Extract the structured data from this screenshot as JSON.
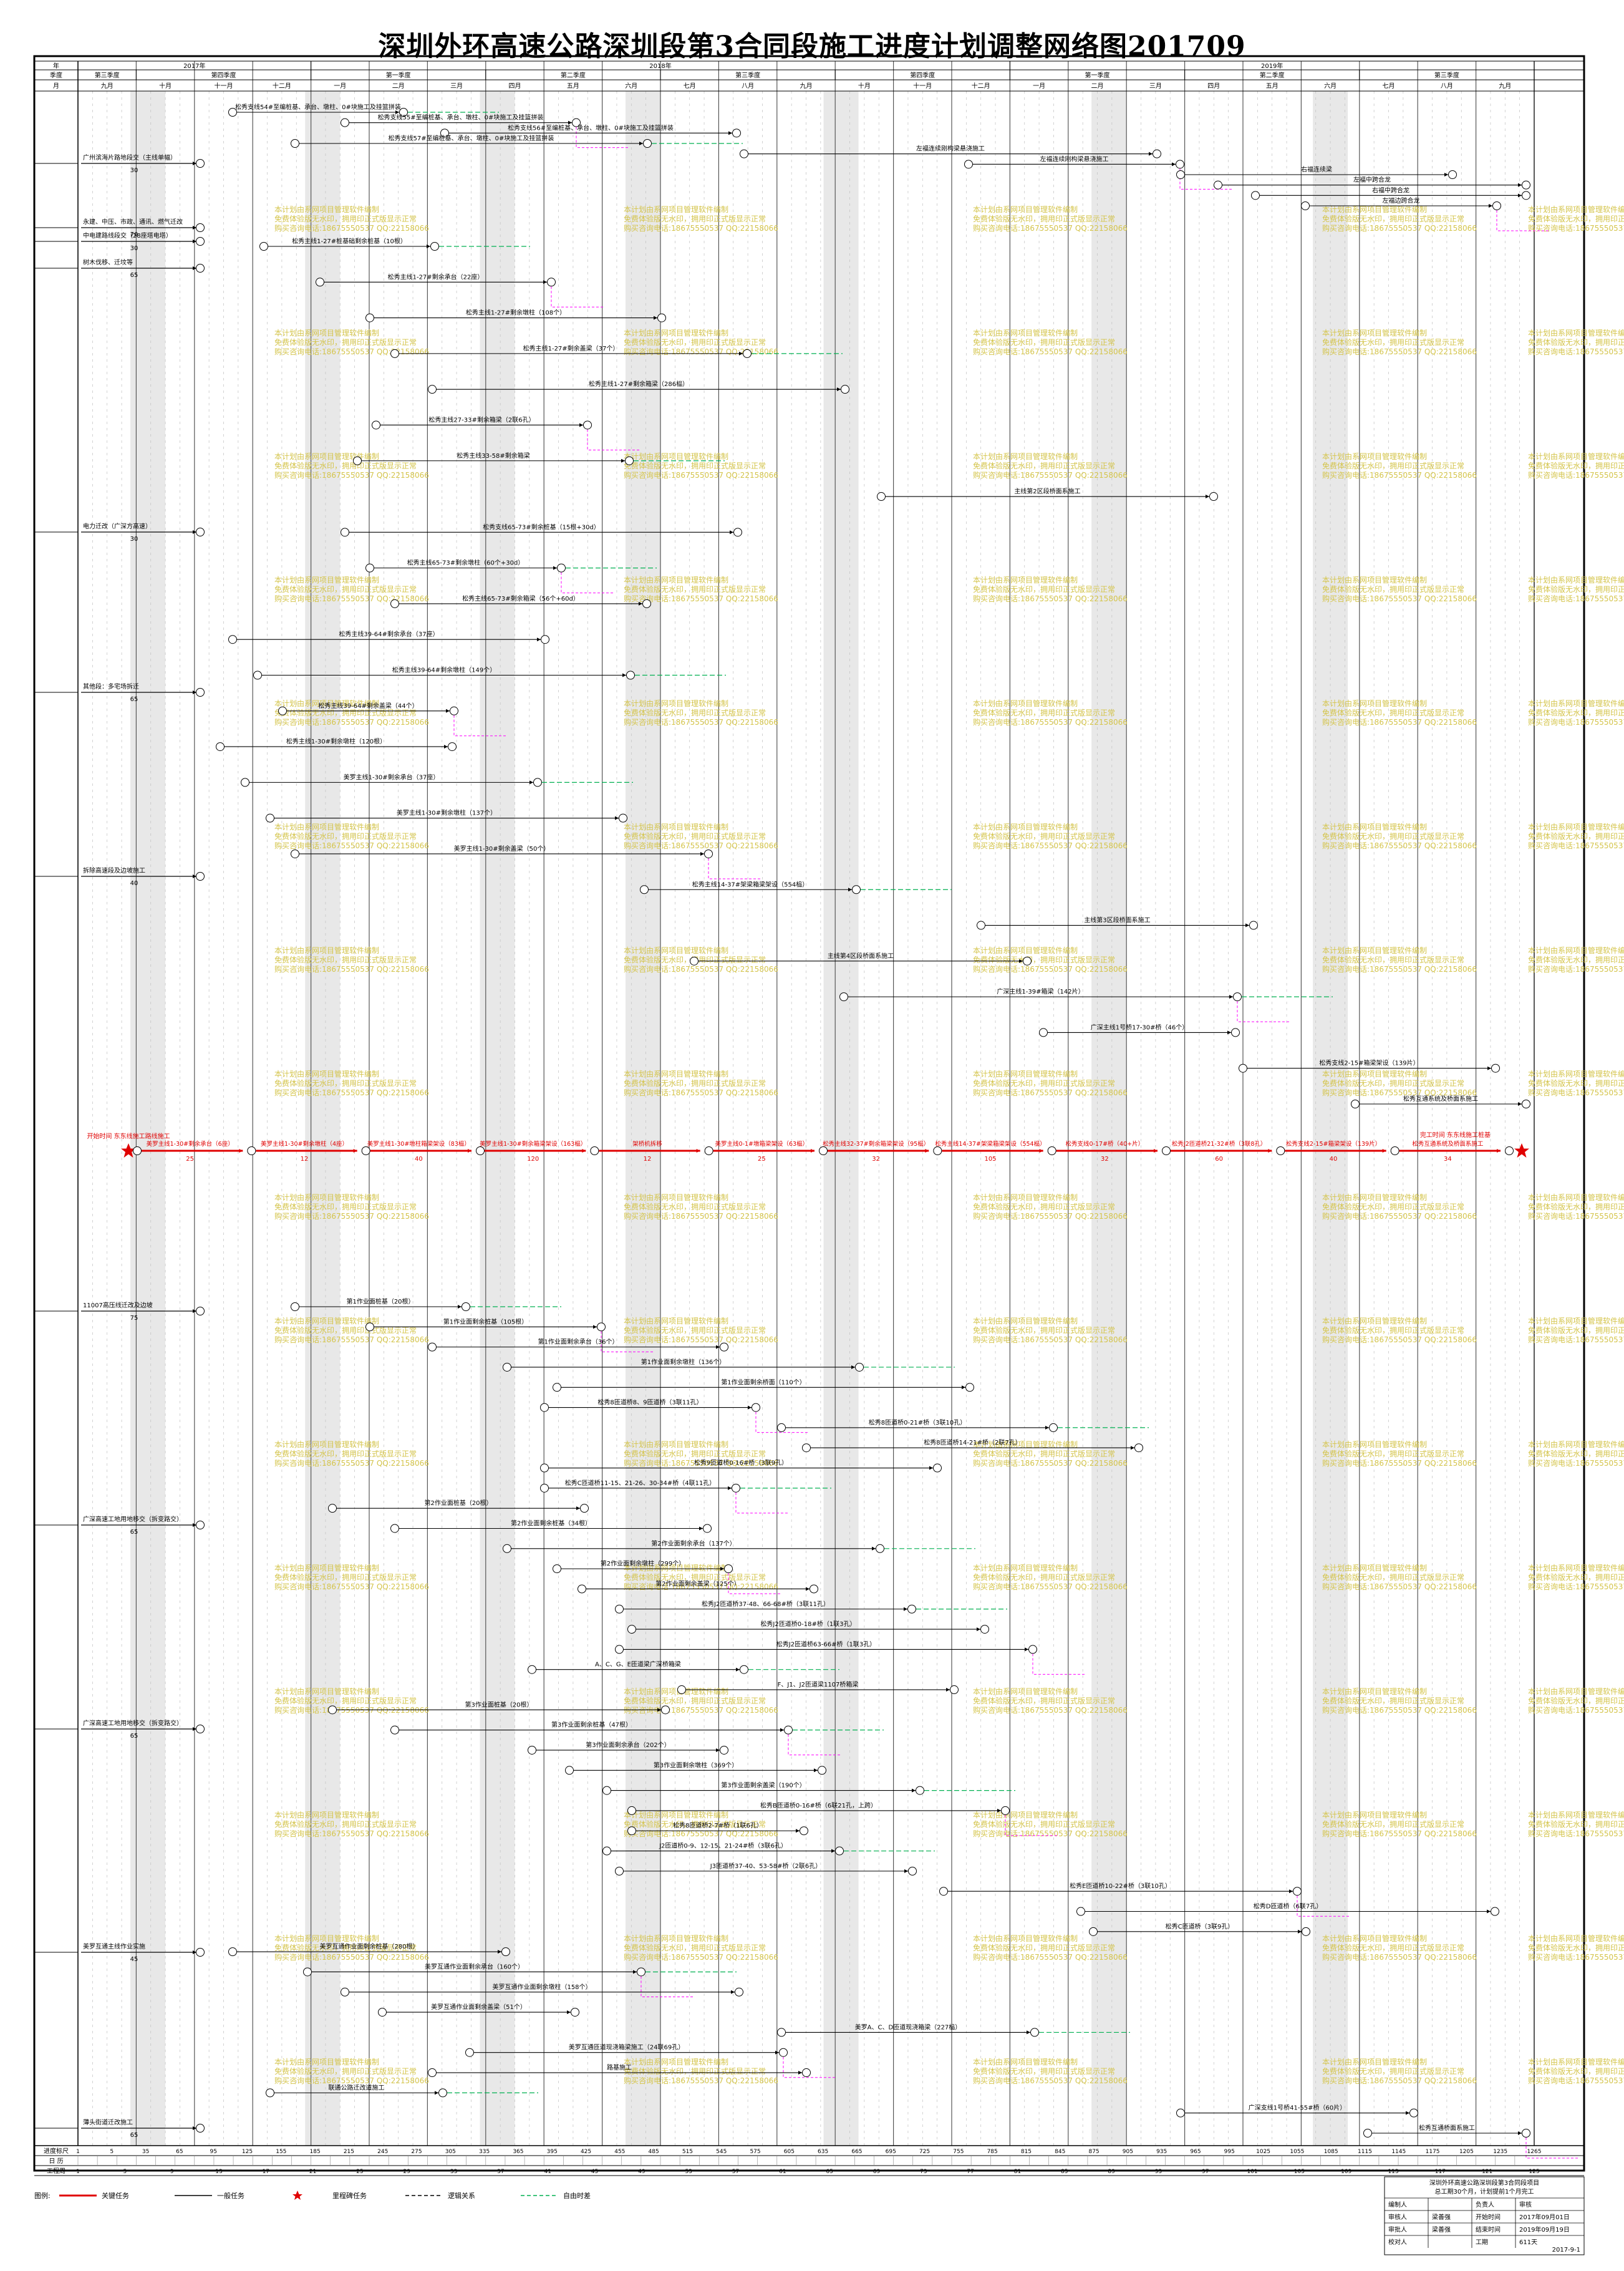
{
  "title": "深圳外环高速公路深圳段第3合同段施工进度计划调整网络图201709",
  "header": {
    "year_label": "年",
    "quarter_label": "季度",
    "month_label": "月",
    "years": [
      {
        "label": "2017年",
        "from": 0,
        "to": 4
      },
      {
        "label": "2018年",
        "from": 4,
        "to": 16
      },
      {
        "label": "2019年",
        "from": 16,
        "to": 25
      }
    ],
    "quarters": [
      {
        "label": "第三季度",
        "from": 0,
        "to": 1
      },
      {
        "label": "第四季度",
        "from": 1,
        "to": 4
      },
      {
        "label": "第一季度",
        "from": 4,
        "to": 7
      },
      {
        "label": "第二季度",
        "from": 7,
        "to": 10
      },
      {
        "label": "第三季度",
        "from": 10,
        "to": 13
      },
      {
        "label": "第四季度",
        "from": 13,
        "to": 16
      },
      {
        "label": "第一季度",
        "from": 16,
        "to": 19
      },
      {
        "label": "第二季度",
        "from": 19,
        "to": 22
      },
      {
        "label": "第三季度",
        "from": 22,
        "to": 25
      }
    ],
    "months": [
      "九月",
      "十月",
      "十一月",
      "十二月",
      "一月",
      "二月",
      "三月",
      "四月",
      "五月",
      "六月",
      "七月",
      "八月",
      "九月",
      "十月",
      "十一月",
      "十二月",
      "一月",
      "二月",
      "三月",
      "四月",
      "五月",
      "六月",
      "七月",
      "八月",
      "九月"
    ]
  },
  "watermark": {
    "line1": "本计划由系网项目管理软件编制",
    "line2": "免费体验版无水印，拥用印正式版显示正常",
    "line3": "购买咨询电话:18675550537 QQ:22158066"
  },
  "lanes": [
    {
      "label": "广州滨海片路地段交（主线单幅）",
      "dur": "30"
    },
    {
      "label": "永建、中压、市政、通讯、燃气迁改",
      "dur": "70"
    },
    {
      "label": "树木伐移、迁坟等",
      "dur": "65"
    },
    {
      "label": "中电建路线段交（28座塔电塔）",
      "dur": "30"
    },
    {
      "label": "电力迁改（广深方高速）",
      "dur": "30"
    },
    {
      "label": "其他段：多宅场拆迁",
      "dur": "65"
    },
    {
      "label": "拆除高速段及边坡施工",
      "dur": "40"
    },
    {
      "label": "11007高压线迁改及边坡",
      "dur": "75"
    },
    {
      "label": "广深高速工地用地移交（拆变路交）",
      "dur": "65"
    },
    {
      "label": "广深高速工地用地移交（拆变路交）",
      "dur": "65"
    },
    {
      "label": "美罗互通主线作业实施",
      "dur": "45"
    },
    {
      "label": "薄头街道迁改施工",
      "dur": "65"
    }
  ],
  "activities": {
    "upper": [
      "松秀支线54#至编桩基、承台、墩柱、0#块施工及挂篮拼装",
      "松秀支线55#至编桩基、承台、墩柱、0#块施工及挂篮拼装",
      "松秀支线56#至编桩基、承台、墩柱、0#块施工及挂篮拼装",
      "松秀支线57#至编桩基、承台、墩柱、0#块施工及挂篮拼装",
      "左福连续刚构梁悬浇施工",
      "左福连续刚构梁悬浇施工",
      "右福连续梁",
      "左福中跨合龙",
      "右福中跨合龙",
      "左福边跨合龙"
    ],
    "middle": [
      "松秀主线1-27#桩基础剩余桩基（10根）",
      "松秀主线1-27#剩余承台（22座）",
      "松秀主线1-27#剩余墩柱（108个）",
      "松秀主线1-27#剩余盖梁（37个）",
      "松秀主线1-27#剩余箱梁（286榀）",
      "松秀主线27-33#剩余箱梁（2联6孔）",
      "松秀主线33-58#剩余箱梁",
      "主线第2区段桥面系施工",
      "松秀支线65-73#剩余桩基（15根+30d）",
      "松秀主线65-73#剩余墩柱（60个+30d）",
      "松秀主线65-73#剩余箱梁（56个+60d）",
      "松秀主线39-64#剩余承台（37座）",
      "松秀主线39-64#剩余墩柱（149个）",
      "松秀主线39-64#剩余盖梁（44个）",
      "松秀主线1-30#剩余墩柱（120根）",
      "美罗主线1-30#剩余承台（37座）",
      "美罗主线1-30#剩余墩柱（137个）",
      "美罗主线1-30#剩余盖梁（50个）",
      "松秀主线14-37#架梁箱梁架设（554榀）",
      "主线第3区段桥面系施工",
      "主线第4区段桥面系施工",
      "广深主线1-39#箱梁（142片）",
      "广深主线1号桥17-30#桥（46个）",
      "松秀支线2-15#箱梁架设（139片）",
      "松秀互通系统及桥面系施工"
    ],
    "lower": [
      "第1作业面桩基（20根）",
      "第1作业面剩余桩基（105根）",
      "第1作业面剩余承台（36个）",
      "第1作业面剩余墩柱（136个）",
      "第1作业面剩余桥面（110个）",
      "松秀8匝道桥8、9匝道桥（3联11孔）",
      "松秀8匝道桥0-21#桥（3联10孔）",
      "松秀8匝道桥14-21#桥（2联7孔）",
      "松秀9匝道桥0-16#桥（3联9孔）",
      "松秀C匝道桥11-15、21-26、30-34#桥（4联11孔）",
      "第2作业面桩基（20根）",
      "第2作业面剩余桩基（34根）",
      "第2作业面剩余承台（137个）",
      "第2作业面剩余墩柱（299个）",
      "第2作业面剩余盖梁（125个）",
      "松秀J2匝道桥37-48、66-68#桥（3联11孔）",
      "松秀J2匝道桥0-18#桥（1联3孔）",
      "松秀J2匝道桥63-66#桥（1联3孔）",
      "A、C、G、E匝道梁广深桥箱梁",
      "F、J1、J2匝道梁1107桥箱梁",
      "第3作业面桩基（20根）",
      "第3作业面剩余桩基（47根）",
      "第3作业面剩余承台（202个）",
      "第3作业面剩余墩柱（369个）",
      "第3作业面剩余盖梁（190个）",
      "松秀B匝道桥0-16#桥（6联21孔，上跨）",
      "松秀8匝道桥2-7#桥（1联6孔）",
      "J2匝道桥0-9、12-15、21-24#桥（3联6孔）",
      "J3匝道桥37-40、53-58#桥（2联6孔）",
      "松秀E匝道桥10-22#桥（3联10孔）",
      "松秀D匝道桥（6联7孔）",
      "松秀C匝道桥（3联9孔）",
      "美罗互通作业面剩余桩基（280根）",
      "美罗互通作业面剩余承台（160个）",
      "美罗互通作业面剩余墩柱（158个）",
      "美罗互通作业面剩余盖梁（51个）",
      "美罗A、C、D匝道现浇箱梁（227榀）",
      "美罗互通匝道现浇箱梁施工（24联69孔）",
      "路基施工",
      "联通公路迁改道施工",
      "广深支线1号桥41-55#桥（60片）",
      "松秀互通桥面系施工"
    ]
  },
  "critical_path": {
    "start_label": "开始时间 东东线施工路线施工",
    "end_label": "完工时间 东东线施工桩基",
    "steps": [
      {
        "label": "美罗主线1-30#剩余承台（6座）",
        "dur": "25"
      },
      {
        "label": "美罗主线1-30#剩余墩柱（4座）",
        "dur": "12"
      },
      {
        "label": "美罗主线1-30#墩柱箱梁架设（83榀）",
        "dur": "40"
      },
      {
        "label": "美罗主线1-30#剩余箱梁架设（163榀）",
        "dur": "120"
      },
      {
        "label": "架桥机拆移",
        "dur": "12"
      },
      {
        "label": "美罗主线0-1#墩箱梁架设（63榀）",
        "dur": "25"
      },
      {
        "label": "松秀主线32-37#剩余箱梁架设（95榀）",
        "dur": "32"
      },
      {
        "label": "松秀主线14-37#架梁箱梁架设（554榀）",
        "dur": "105"
      },
      {
        "label": "松秀支线0-17#桥（40+片）",
        "dur": "32"
      },
      {
        "label": "松秀J2匝道桥21-32#桥（3联8孔）",
        "dur": "60"
      },
      {
        "label": "松秀支线2-15#箱梁架设（139片）",
        "dur": "40"
      },
      {
        "label": "松秀互通系统及桥面系施工",
        "dur": "34"
      }
    ]
  },
  "bottom_scale": {
    "progress_label": "进度标尺",
    "calendar_label": "日 历",
    "week_label": "工程周",
    "progress_ticks": [
      "1",
      "5",
      "35",
      "65",
      "95",
      "125",
      "155",
      "185",
      "215",
      "245",
      "275",
      "305",
      "335",
      "365",
      "395",
      "425",
      "455",
      "485",
      "515",
      "545",
      "575",
      "605",
      "635",
      "665",
      "695",
      "725",
      "755",
      "785",
      "815",
      "845",
      "875",
      "905",
      "935",
      "965",
      "995",
      "1025",
      "1055",
      "1085",
      "1115",
      "1145",
      "1175",
      "1205",
      "1235",
      "1265"
    ],
    "week_ticks": [
      "1",
      "5",
      "9",
      "13",
      "17",
      "21",
      "25",
      "29",
      "33",
      "37",
      "41",
      "45",
      "49",
      "53",
      "57",
      "61",
      "65",
      "69",
      "73",
      "77",
      "81",
      "85",
      "89",
      "93",
      "97",
      "101",
      "105",
      "109",
      "113",
      "117",
      "121",
      "125"
    ]
  },
  "legend": {
    "title": "图例:",
    "items": [
      {
        "label": "关键任务",
        "color": "#e00000",
        "style": "solid-bold"
      },
      {
        "label": "一般任务",
        "color": "#000000",
        "style": "solid"
      },
      {
        "label": "里程碑任务",
        "color": "#e00000",
        "style": "star"
      },
      {
        "label": "逻辑关系",
        "color": "#000000",
        "style": "dash"
      },
      {
        "label": "自由时差",
        "color": "#00b050",
        "style": "dash"
      }
    ]
  },
  "info_block": {
    "project": "深圳外环高速公路深圳段第3合同段项目",
    "note": "总工期30个月，计划提前1个月完工",
    "rows": [
      {
        "k1": "编制人",
        "v1": "",
        "k2": "负责人",
        "v2": "审核"
      },
      {
        "k1": "审核人",
        "v1": "梁善强",
        "k2": "开始时间",
        "v2": "2017年09月01日"
      },
      {
        "k1": "审批人",
        "v1": "梁善强",
        "k2": "结束时间",
        "v2": "2019年09月19日"
      },
      {
        "k1": "校对人",
        "v1": "",
        "k2": "工期",
        "v2": "611天"
      }
    ],
    "date": "2017-9-1"
  },
  "colors": {
    "critical": "#e00000",
    "normal": "#000000",
    "logic": "#ff00ff",
    "float": "#00b050",
    "watermark": "#d4c44a",
    "grid": "#bfbfbf",
    "weekend_band": "#e8e8e8"
  }
}
